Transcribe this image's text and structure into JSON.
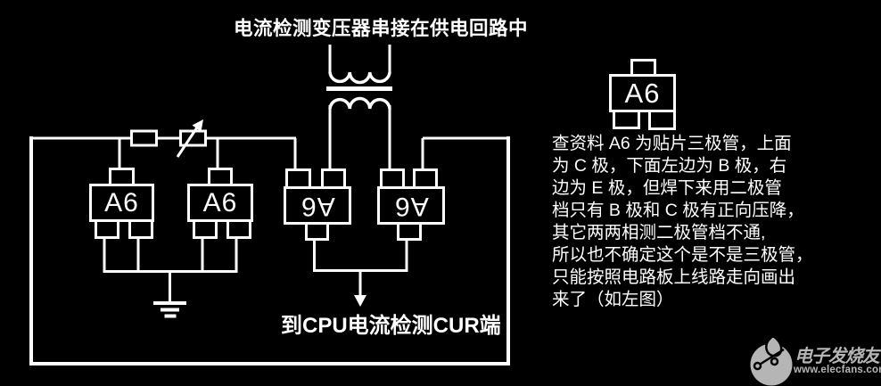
{
  "title": "电流检测变压器串接在供电回路中",
  "schematic": {
    "transistors": [
      {
        "label": "A6"
      },
      {
        "label": "A6"
      },
      {
        "label": "A6"
      },
      {
        "label": "A6"
      }
    ],
    "output_label": "到CPU电流检测CUR端"
  },
  "package_diagram": {
    "label": "A6"
  },
  "note": {
    "lines": [
      "查资料 A6 为贴片三极管，上面",
      "为 C 极，下面左边为 B 极，右",
      "边为 E 极，但焊下来用二极管",
      "档只有 B 极和 C 极有正向压降，",
      "其它两两相测二极管档不通,",
      "所以也不确定这个是不是三极管，",
      "只能按照电路板上线路走向画出",
      "来了（如左图）"
    ]
  },
  "logo": {
    "site_name": "电子发烧友",
    "site_url": "www.elecfans.com"
  },
  "colors": {
    "background": "#000000",
    "stroke": "#ffffff",
    "logo_gray": "#b5b5b5"
  }
}
